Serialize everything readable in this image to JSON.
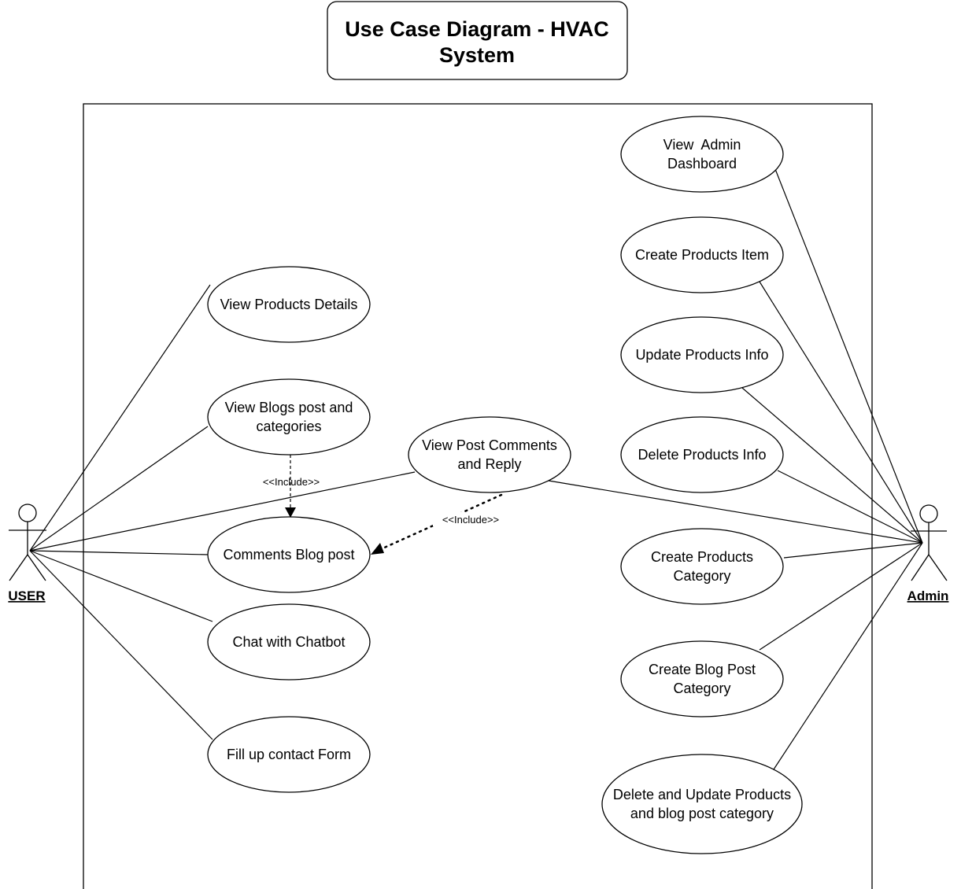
{
  "title": {
    "line1": "Use Case Diagram - HVAC",
    "line2": "System"
  },
  "actors": {
    "user": "USER",
    "admin": "Admin"
  },
  "use_cases": {
    "view_products_details": [
      "View Products Details"
    ],
    "view_blogs_post": [
      "View Blogs post and",
      "categories"
    ],
    "view_post_comments": [
      "View Post Comments",
      "and Reply"
    ],
    "comments_blog_post": [
      "Comments Blog post"
    ],
    "chat_with_chatbot": [
      "Chat with Chatbot"
    ],
    "fill_contact_form": [
      "Fill up contact Form"
    ],
    "view_admin_dashboard": [
      "View  Admin",
      "Dashboard"
    ],
    "create_products_item": [
      "Create Products Item"
    ],
    "update_products_info": [
      "Update Products Info"
    ],
    "delete_products_info": [
      "Delete Products Info"
    ],
    "create_products_category": [
      "Create Products",
      "Category"
    ],
    "create_blog_post_category": [
      "Create Blog Post",
      "Category"
    ],
    "delete_update_categories": [
      "Delete and Update Products",
      "and blog post category"
    ]
  },
  "relations": {
    "include_1": "<<Include>>",
    "include_2": "<<Include>>"
  }
}
